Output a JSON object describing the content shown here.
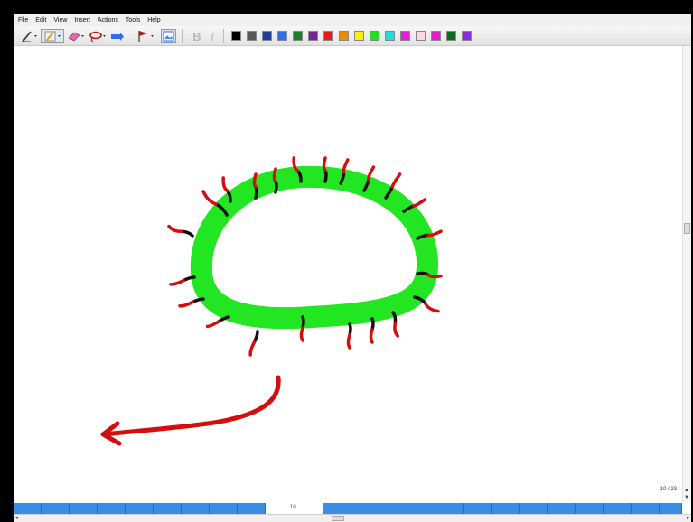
{
  "menu": [
    "File",
    "Edit",
    "View",
    "Insert",
    "Actions",
    "Tools",
    "Help"
  ],
  "toolbar": {
    "tools": [
      "pen-tool",
      "highlighter-tool",
      "eraser-tool",
      "lasso-tool",
      "insert-space-tool",
      "pointer-tool",
      "image-tool"
    ],
    "format": {
      "bold": "B",
      "italic": "I"
    },
    "colors": [
      "#000000",
      "#595959",
      "#1f3f9c",
      "#2e6ee6",
      "#1a7f2e",
      "#7b1fa2",
      "#e21b1b",
      "#f08a00",
      "#ffee00",
      "#22dd22",
      "#22dddd",
      "#e81fd8",
      "#ffd6e6",
      "#e11fc8",
      "#0c6a1c",
      "#8a2be2"
    ]
  },
  "status": {
    "page_indicator": "10 / 23",
    "strip_number": "10"
  },
  "drawing": {
    "ring_color": "#22e622",
    "hair_black": "#111111",
    "hair_red": "#d40d0d",
    "arrow_color": "#d40d0d"
  }
}
